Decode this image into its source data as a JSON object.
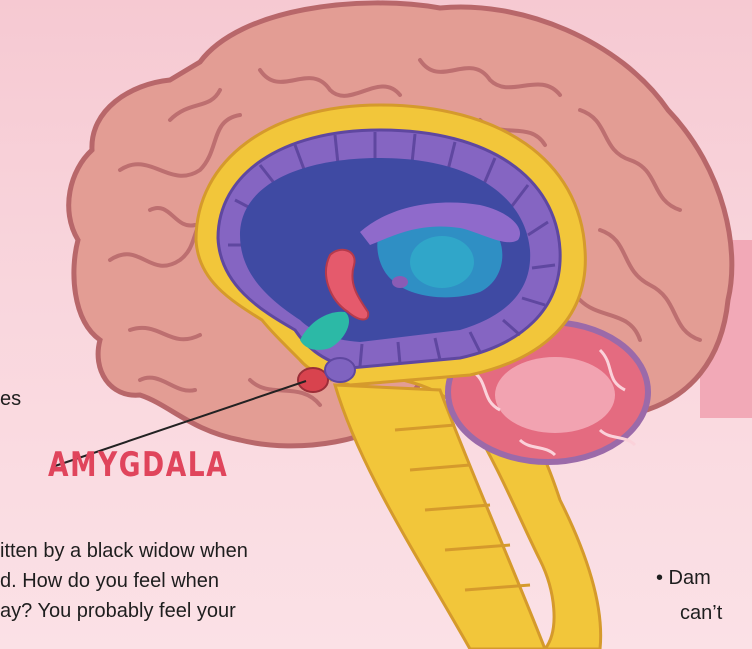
{
  "text": {
    "frag_es": "es",
    "title": "AMYGDALA",
    "para_lines": [
      "itten by a black widow when",
      "d. How do you feel when",
      "ay? You probably feel your"
    ],
    "bullet_lines": [
      "• Dam",
      "can’t"
    ]
  },
  "colors": {
    "background": "#f8d3da",
    "cerebrum": "#e39d94",
    "title": "#e0455c",
    "limbic_ring": "#f2c63a",
    "ventricle": "#3f4aa3",
    "cerebellum": "#e46b80",
    "brainstem": "#f2c63a"
  }
}
